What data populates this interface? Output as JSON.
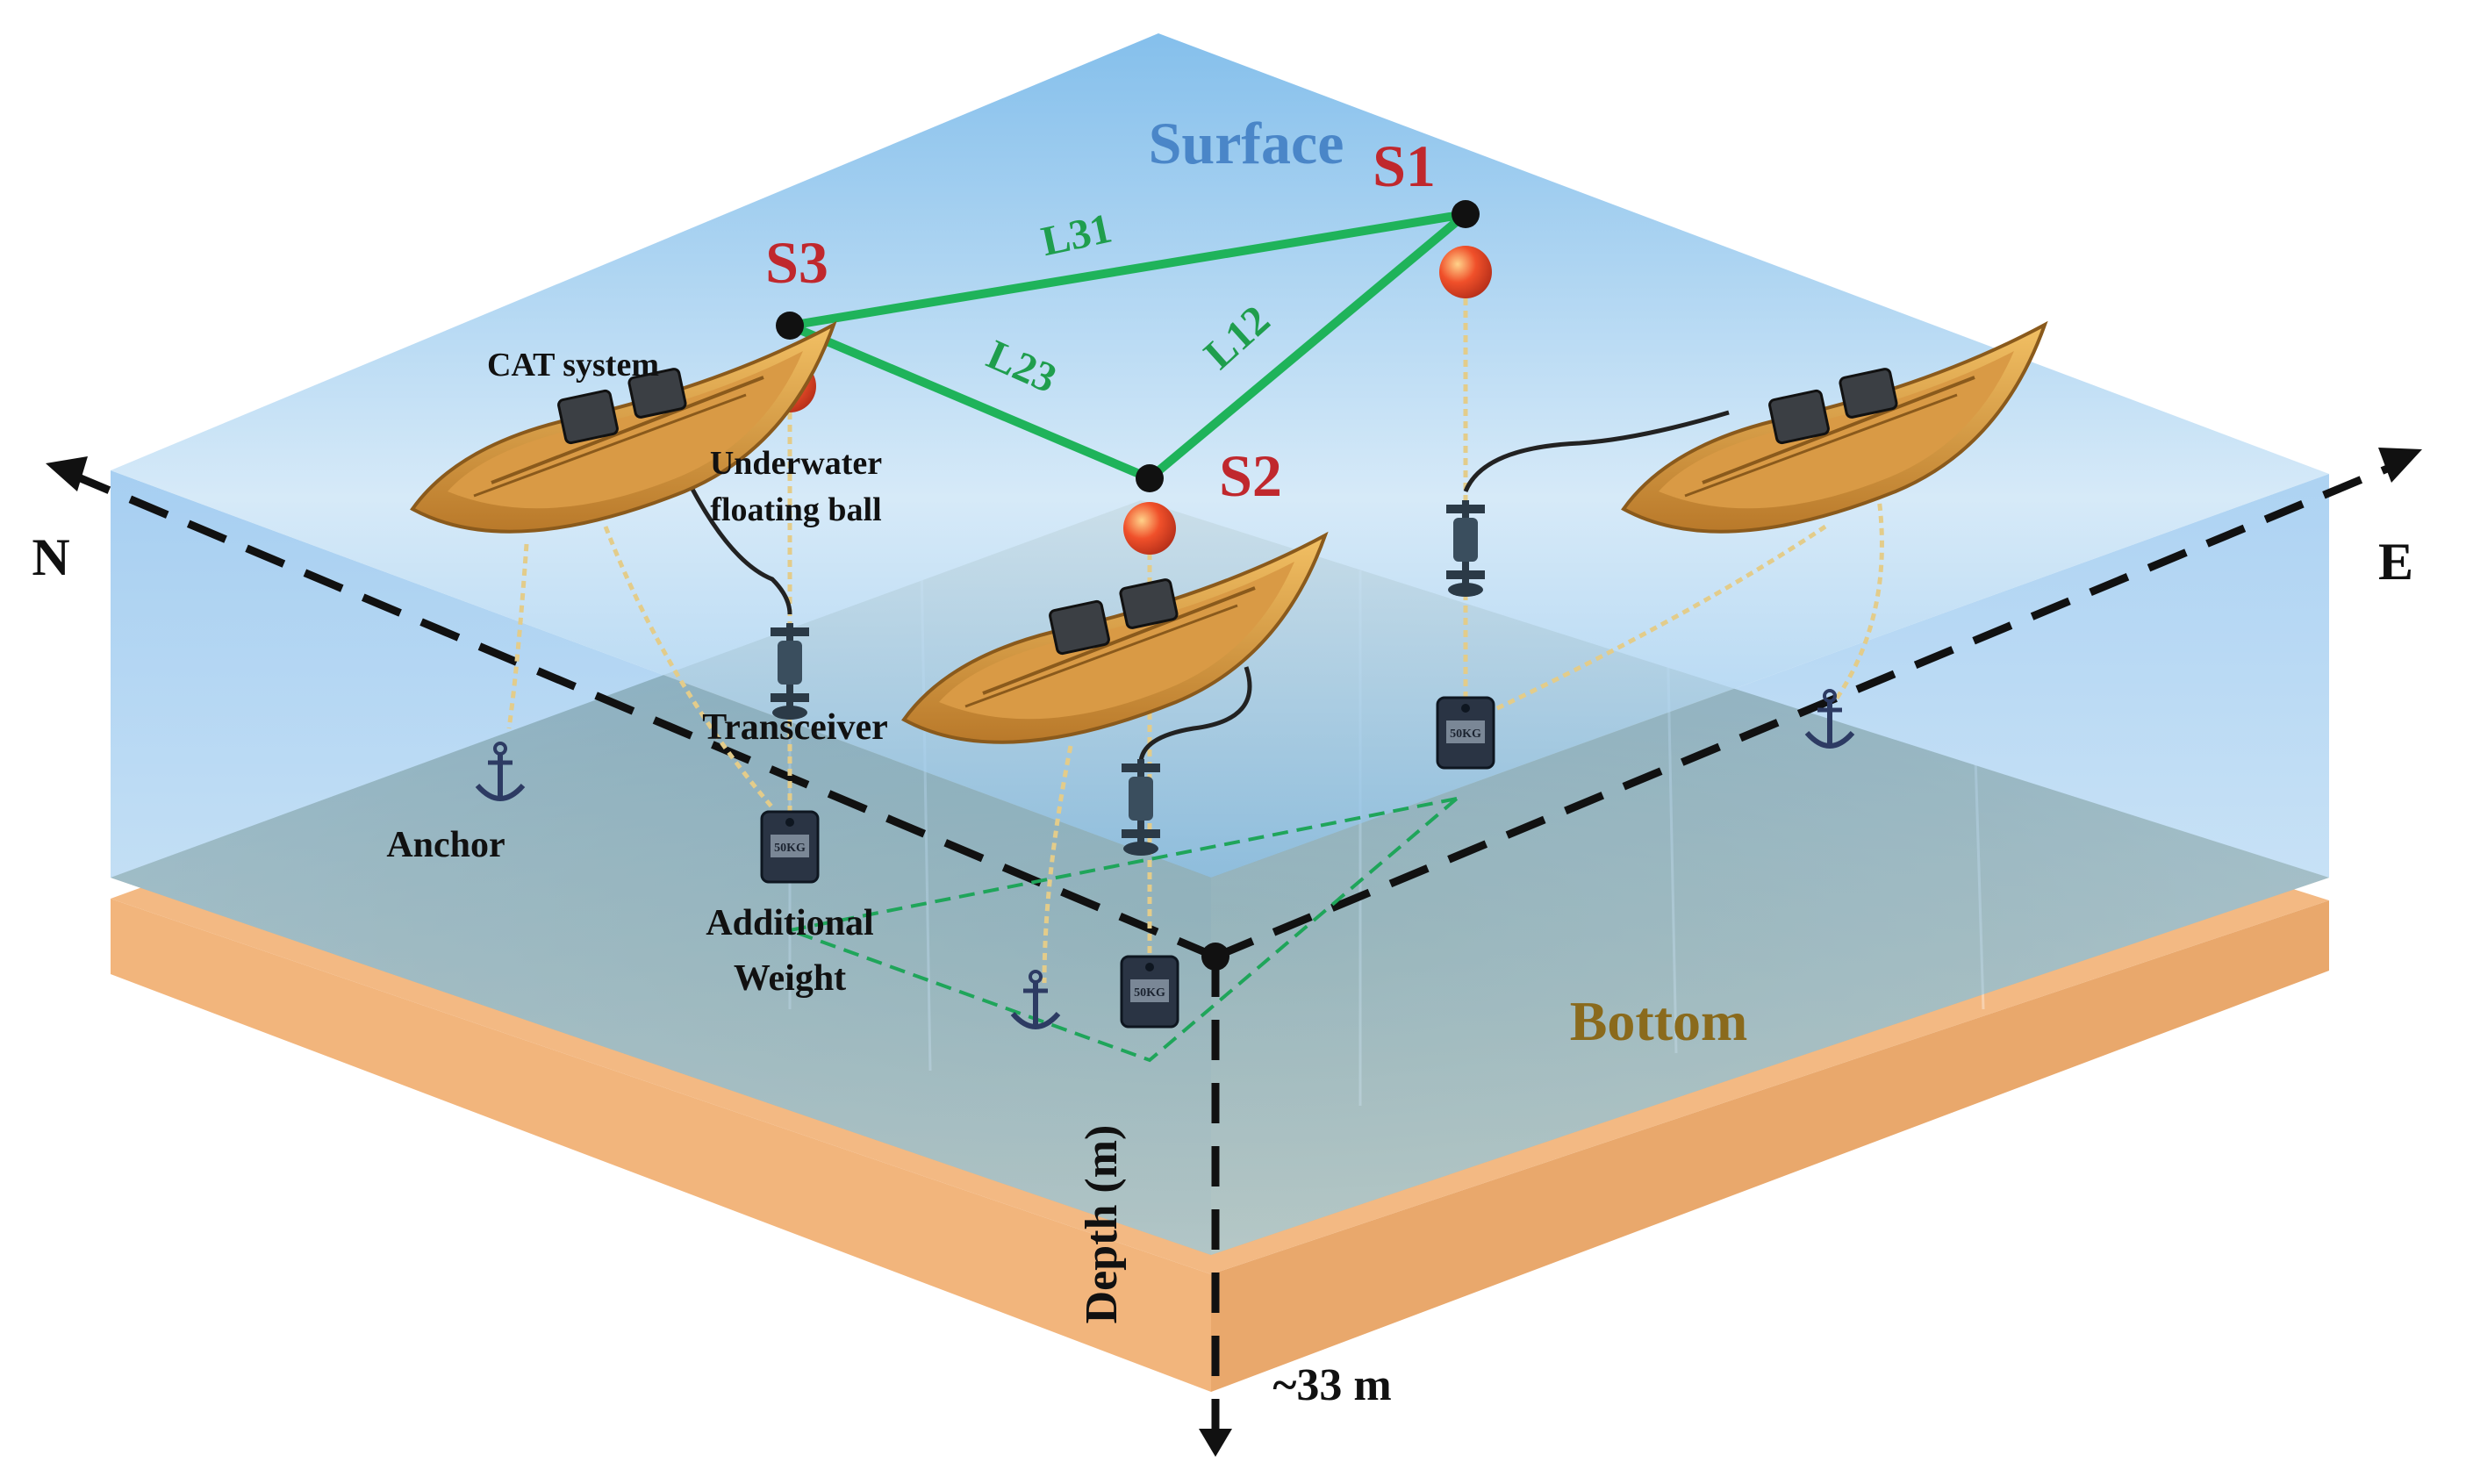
{
  "labels": {
    "surface": "Surface",
    "bottom": "Bottom",
    "north": "N",
    "east": "E",
    "depth_axis": "Depth (m)",
    "depth_value": "~33 m",
    "cat_system": "CAT system",
    "underwater_ball_line1": "Underwater",
    "underwater_ball_line2": "floating ball",
    "transceiver": "Transceiver",
    "anchor": "Anchor",
    "additional_weight_line1": "Additional",
    "additional_weight_line2": "Weight",
    "weight_tag": "50KG"
  },
  "stations": [
    {
      "id": "S1",
      "label": "S1"
    },
    {
      "id": "S2",
      "label": "S2"
    },
    {
      "id": "S3",
      "label": "S3"
    }
  ],
  "paths": [
    {
      "id": "L31",
      "label": "L31"
    },
    {
      "id": "L12",
      "label": "L12"
    },
    {
      "id": "L23",
      "label": "L23"
    }
  ],
  "colors": {
    "station_label": "#c0282d",
    "path_line": "#1fb35a",
    "path_label": "#1f9e4d",
    "surface_label": "#4a86c8",
    "bottom_label": "#8a6a1c",
    "seabed": "#f3b983",
    "water": "#8fc3ec",
    "buoy": "#f0502a"
  }
}
